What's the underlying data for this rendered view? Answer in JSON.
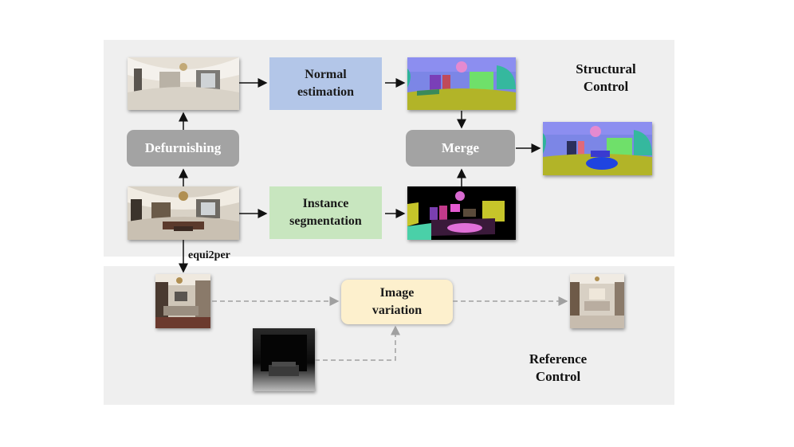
{
  "structural_panel": {
    "title": "Structural\nControl",
    "boxes": {
      "normal_estimation": "Normal\nestimation",
      "defurnishing": "Defurnishing",
      "merge": "Merge",
      "instance_segmentation": "Instance\nsegmentation"
    }
  },
  "edge_label": "equi2per",
  "reference_panel": {
    "title": "Reference\nControl",
    "boxes": {
      "image_variation": "Image\nvariation"
    }
  },
  "images": [
    "defurnished-panorama",
    "normal-map-panorama",
    "merged-normal-map",
    "furnished-panorama",
    "segmentation-map",
    "perspective-view",
    "depth-mask",
    "generated-room-view"
  ],
  "colors": {
    "panel": "#efefef",
    "gray_box": "#a3a3a3",
    "blue_box": "#b3c6e8",
    "green_box": "#c8e6bf",
    "cream_box": "#fdf0cd"
  }
}
